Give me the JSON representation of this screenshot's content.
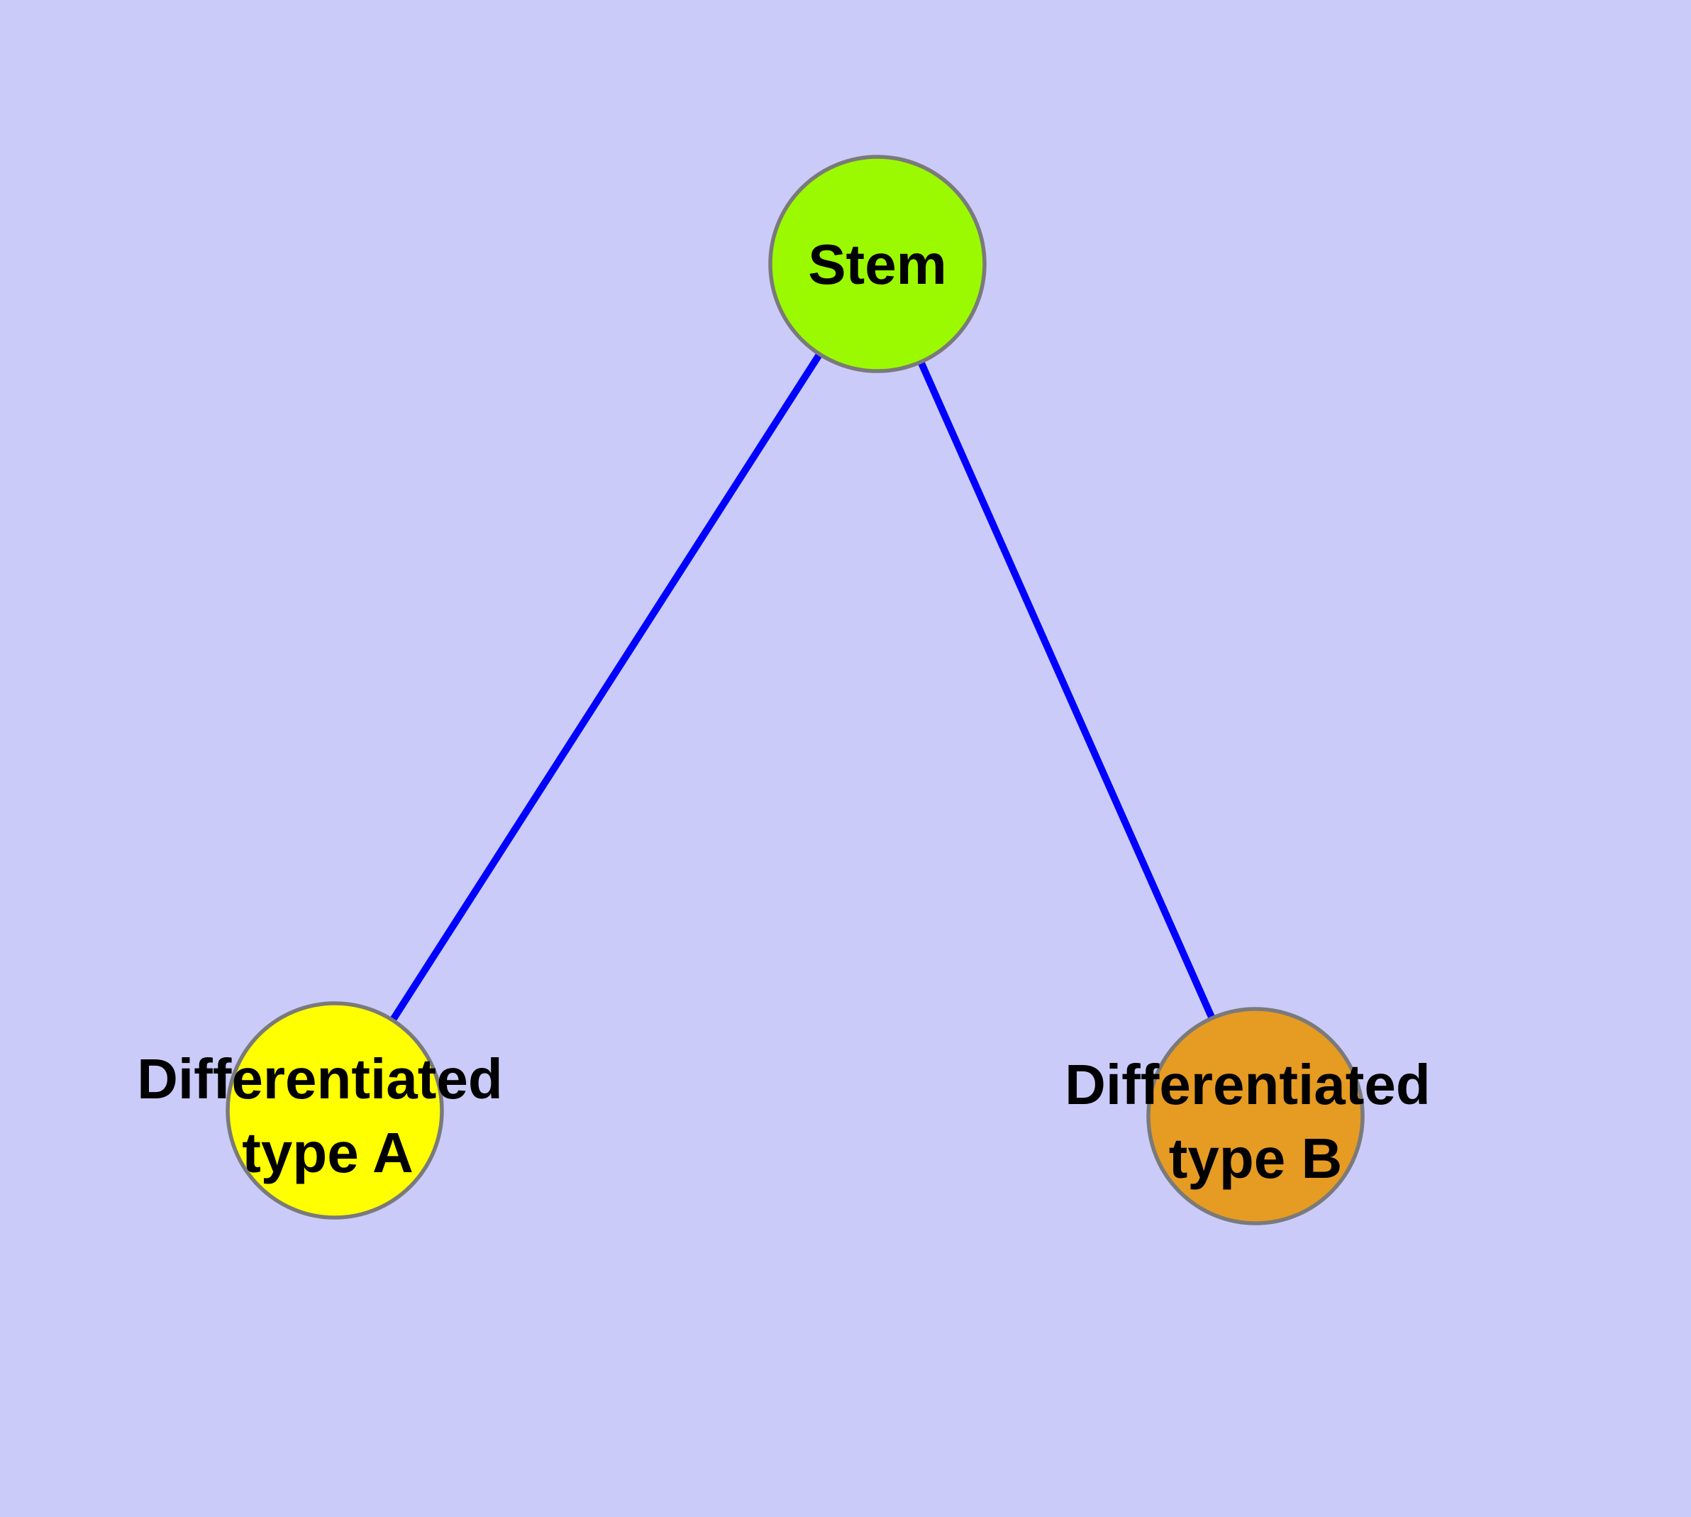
{
  "diagram": {
    "type": "graph",
    "colors": {
      "background": "#cbcbfa",
      "edge": "#0000ff",
      "node_border": "#7a7a7a",
      "label_text": "#000000"
    },
    "nodes": [
      {
        "id": "stem",
        "label": "Stem",
        "color": "#9bfa00"
      },
      {
        "id": "differentiated-type-a",
        "label": "Differentiated type A",
        "label_lines": [
          "Differentiated",
          "type A"
        ],
        "color": "#ffff00"
      },
      {
        "id": "differentiated-type-b",
        "label": "Differentiated type B",
        "label_lines": [
          "Differentiated",
          "type B"
        ],
        "color": "#e69b23"
      }
    ],
    "edges": [
      {
        "from": "Stem",
        "to": "Differentiated type A"
      },
      {
        "from": "Stem",
        "to": "Differentiated type B"
      }
    ]
  }
}
